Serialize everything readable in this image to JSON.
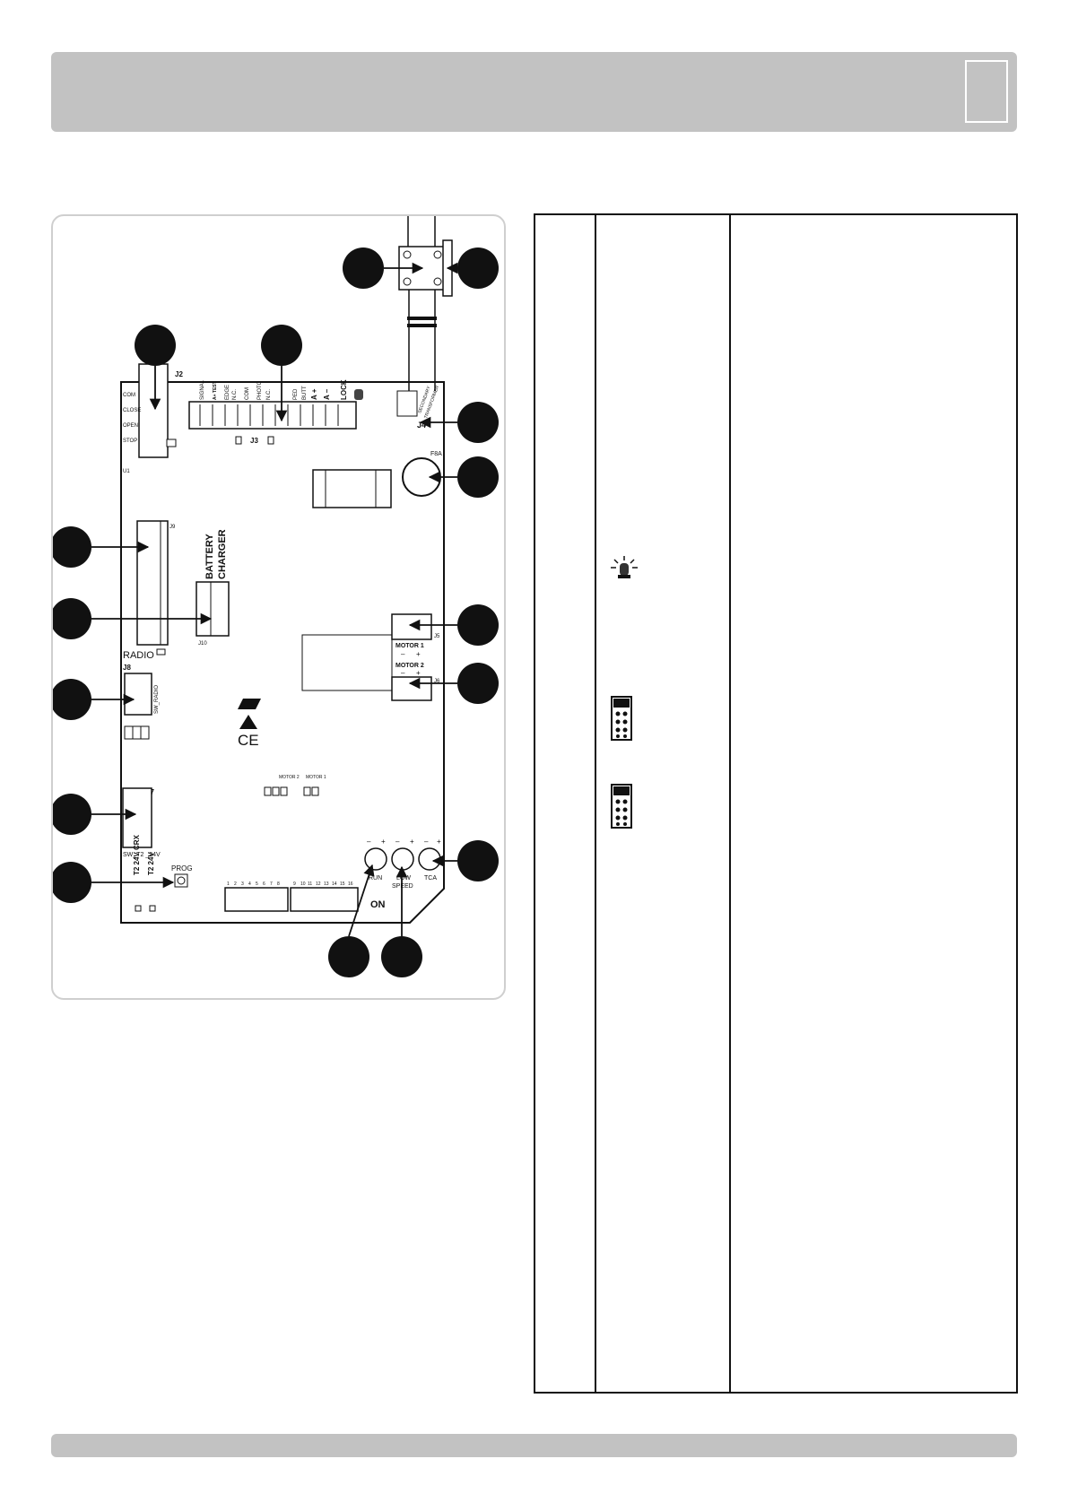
{
  "board": {
    "connectors": {
      "j2": "J2",
      "j3": "J3",
      "j4": "J4",
      "j5": "J5",
      "j6": "J6",
      "j7": "J7",
      "j8": "J8",
      "j9": "J9",
      "j10": "J10",
      "u1": "U1",
      "fuse": "F8A"
    },
    "j2_terminals": [
      "COM",
      "CLOSE",
      "OPEN",
      "STOP"
    ],
    "j3_terminals": [
      "SIGNAL",
      "A+ TEST",
      "EDGE",
      "N.C.",
      "COM",
      "PHOTO",
      "N.C.",
      "PED",
      "BUTT",
      "A +",
      "A –",
      "LOCK"
    ],
    "labels": {
      "battery": "BATTERY",
      "charger": "CHARGER",
      "radio": "RADIO",
      "sw_radio": "SW_RADIO",
      "motor1": "MOTOR 1",
      "motor2": "MOTOR 2",
      "minus": "–",
      "plus": "+",
      "motor_led_2": "MOTOR 2",
      "motor_led_1": "MOTOR 1",
      "prog": "PROG",
      "t2_crx": "T2 24V CRX",
      "t2": "T2 24V",
      "sw_t2": "SW_T2 _24V",
      "run": "RUN",
      "low": "LOW",
      "speed": "SPEED",
      "tca": "TCA",
      "on": "ON",
      "secondary": "SECONDARY",
      "transformer": "TRANSFORMER"
    },
    "dip_numbers": [
      "1",
      "2",
      "3",
      "4",
      "5",
      "6",
      "7",
      "8",
      "9",
      "10",
      "11",
      "12",
      "13",
      "14",
      "15",
      "16"
    ],
    "ce_mark": "CE"
  },
  "icons": [
    "warning-light-icon",
    "jumper-block-icon",
    "jumper-block-icon"
  ],
  "colors": {
    "bar": "#c2c2c2",
    "panel_border": "#cfcfcf",
    "callout": "#111111"
  }
}
